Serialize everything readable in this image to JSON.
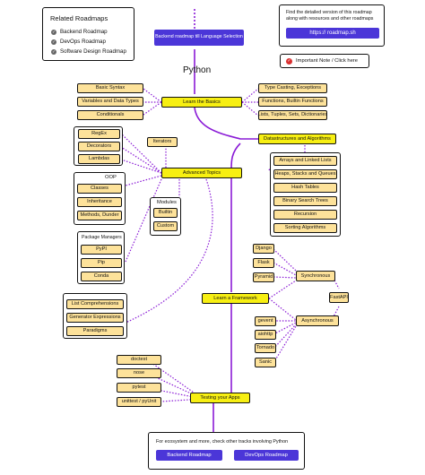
{
  "related": {
    "title": "Related Roadmaps",
    "items": [
      "Backend Roadmap",
      "DevOps Roadmap",
      "Software Design Roadmap"
    ]
  },
  "info": {
    "text_line1": "Find the detailed version of this roadmap",
    "text_line2": "along with resources and other roadmaps",
    "link": "https:// roadmap.sh"
  },
  "note": {
    "label": "Important Note / Click here"
  },
  "top_button": "Backend roadmap till Language Selection",
  "title": "Python",
  "topics": {
    "basics": "Learn the Basics",
    "advanced": "Advanced Topics",
    "datastructures": "Datastructures and Algorithms",
    "framework": "Learn a Framework",
    "testing": "Testing your Apps"
  },
  "basics_left": [
    "Basic Syntax",
    "Variables and Data Types",
    "Conditionals"
  ],
  "basics_right": [
    "Type Casting, Exceptions",
    "Functions, Builtin Functions",
    "Lists, Tuples, Sets, Dictionaries"
  ],
  "ds_items": [
    "Arrays and Linked Lists",
    "Heaps, Stacks and Queues",
    "Hash Tables",
    "Binary Search Trees",
    "Recursion",
    "Sorting Algorithms"
  ],
  "adv_left": [
    "RegEx",
    "Decorators",
    "Lambdas"
  ],
  "iterators": "Iterators",
  "oop": {
    "title": "OOP",
    "items": [
      "Classes",
      "Inheritance",
      "Methods, Dunder"
    ]
  },
  "modules": {
    "title": "Modules",
    "items": [
      "Builtin",
      "Custom"
    ]
  },
  "package_managers": {
    "title": "Package Managers",
    "items": [
      "PyPI",
      "Pip",
      "Conda"
    ]
  },
  "adv_bottom": [
    "List Comprehensions",
    "Generator Expressions",
    "Paradigms"
  ],
  "sync_frameworks": [
    "Django",
    "Flask",
    "Pyramid"
  ],
  "sync_label": "Synchronous",
  "fastapi": "FastAPI",
  "async_frameworks": [
    "gevent",
    "aiohttp",
    "Tornado",
    "Sanic"
  ],
  "async_label": "Asynchronous",
  "testing_tools": [
    "doctest",
    "nose",
    "pytest",
    "unittest / pyUnit"
  ],
  "footer": {
    "text": "For ecosystem and more, check other tracks involving Python",
    "buttons": [
      "Backend Roadmap",
      "DevOps Roadmap"
    ]
  },
  "colors": {
    "spine": "#8a1bd6",
    "main_topic": "#f7ef12",
    "sub_topic": "#fde29a",
    "button": "#4b36d8",
    "dotted": "#8a1bd6"
  }
}
